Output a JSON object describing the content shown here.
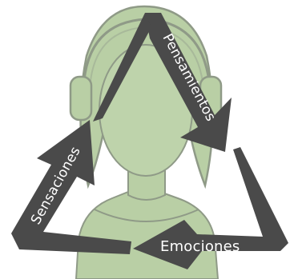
{
  "diagram": {
    "nodes": [
      {
        "id": "pensamientos",
        "label": "Pensamientos"
      },
      {
        "id": "emociones",
        "label": "Emociones"
      },
      {
        "id": "sensaciones",
        "label": "Sensaciones"
      }
    ],
    "edges": [
      {
        "from": "pensamientos",
        "to": "emociones"
      },
      {
        "from": "emociones",
        "to": "sensaciones"
      },
      {
        "from": "sensaciones",
        "to": "pensamientos"
      }
    ],
    "colors": {
      "arrow": "#4a4a4a",
      "figure_fill": "#b9cfa5",
      "figure_stroke": "#8f9a87",
      "label_text": "#ffffff",
      "background": "#ffffff"
    },
    "illustration": {
      "icon": "person-with-headphones-icon"
    }
  }
}
